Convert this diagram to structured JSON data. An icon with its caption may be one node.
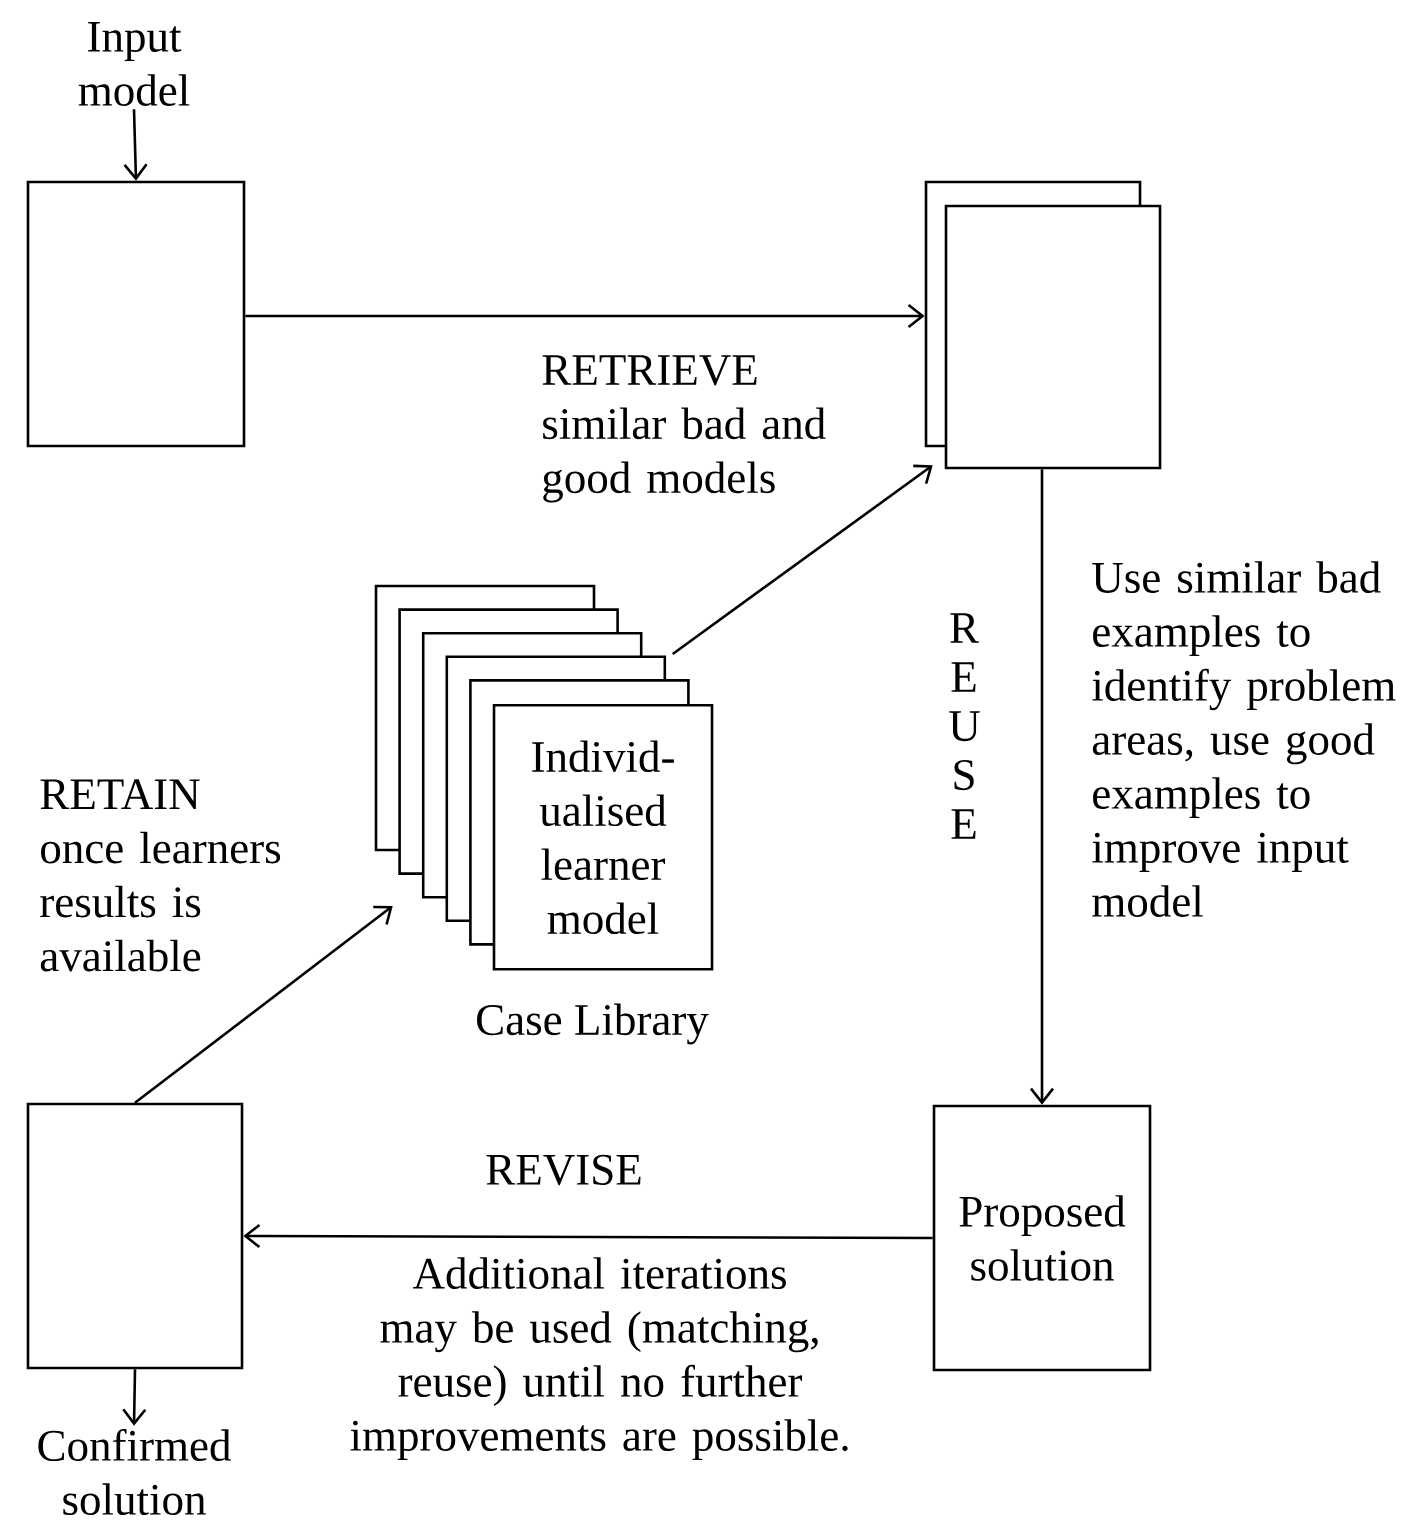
{
  "diagram": {
    "nodes": [
      {
        "text": [
          "Input model"
        ]
      },
      {
        "text": [],
        "shape": "box"
      },
      {
        "text": [],
        "shape": "box"
      },
      {
        "text": [
          "Individ- ualised learner model"
        ],
        "beside": [
          "Case Library"
        ]
      },
      {
        "text": [],
        "shape": "box"
      },
      {
        "text": [
          "Proposed solution"
        ]
      },
      {
        "text": [
          "Confirmed solution"
        ]
      }
    ],
    "edges": [
      {
        "from": 0,
        "to": 1,
        "arrow": "to"
      },
      {
        "from": 1,
        "to": 2,
        "arrow": "to"
      },
      {
        "from": 3,
        "to": 2,
        "arrow": "to",
        "label": "RETRIEVE similar bad and good models"
      },
      {
        "from": 2,
        "to": 5,
        "arrow": "to",
        "label": "R E U S E"
      },
      {
        "from": 5,
        "to": 4,
        "arrow": "to",
        "label": "REVISE"
      },
      {
        "from": 4,
        "to": 3,
        "arrow": "to",
        "label": "RETAIN once learners results is available"
      },
      {
        "from": 4,
        "to": 6,
        "arrow": "to"
      }
    ],
    "labels": [
      "Use similar bad examples to identify problem areas, use good examples to improve input model",
      "Additional iterations may be used (matching, reuse) until no further improvements are possible."
    ]
  }
}
